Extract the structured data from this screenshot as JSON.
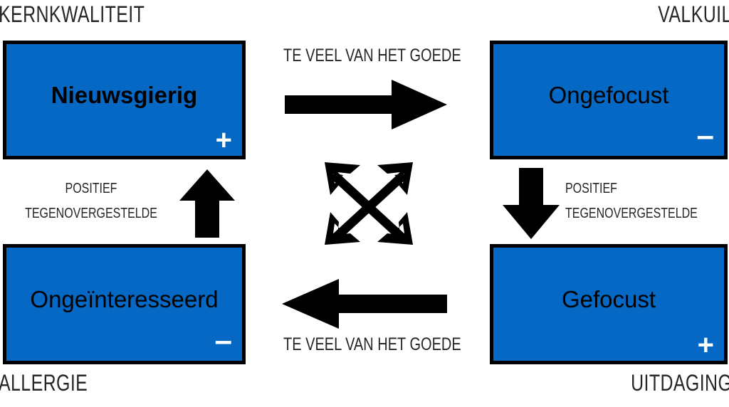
{
  "colors": {
    "box_fill": "#0568C4",
    "box_border": "#000000",
    "text_dark": "#262626",
    "sign_color": "#FFFFFF",
    "background": "#FFFFFF"
  },
  "corners": {
    "top_left": "KERNKWALITEIT",
    "top_right": "VALKUIL",
    "bottom_left": "ALLERGIE",
    "bottom_right": "UITDAGING"
  },
  "quadrants": {
    "core_quality": {
      "label": "Nieuwsgierig",
      "sign": "+",
      "sign_name": "plus"
    },
    "pitfall": {
      "label": "Ongefocust",
      "sign": "–",
      "sign_name": "minus"
    },
    "allergy": {
      "label": "Ongeïnteresseerd",
      "sign": "–",
      "sign_name": "minus"
    },
    "challenge": {
      "label": "Gefocust",
      "sign": "+",
      "sign_name": "plus"
    }
  },
  "flows": {
    "top_arrow_label": "TE VEEL VAN HET GOEDE",
    "bottom_arrow_label": "TE VEEL VAN HET GOEDE",
    "left_label_line1": "POSITIEF",
    "left_label_line2": "TEGENOVERGESTELDE",
    "right_label_line1": "POSITIEF",
    "right_label_line2": "TEGENOVERGESTELDE"
  },
  "icons": {
    "arrow_right": "arrow-right-icon",
    "arrow_left": "arrow-left-icon",
    "arrow_up": "arrow-up-icon",
    "arrow_down": "arrow-down-icon",
    "cross_arrows": "four-way-diagonal-arrows-icon"
  }
}
